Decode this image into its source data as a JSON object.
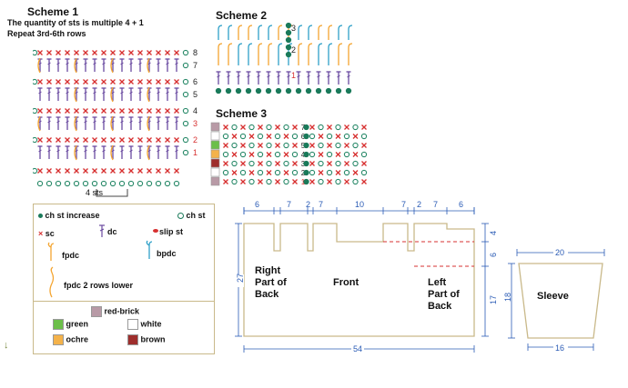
{
  "scheme1": {
    "title": "Scheme 1",
    "note1": "The quantity of sts is multiple 4 + 1",
    "note2": "Repeat 3rd-6th rows",
    "row_numbers": [
      "8",
      "7",
      "6",
      "5",
      "4",
      "3",
      "2",
      "1"
    ],
    "repeat_label": "4 sts"
  },
  "scheme2": {
    "title": "Scheme 2",
    "row_numbers": [
      "3",
      "2",
      "1"
    ]
  },
  "scheme3": {
    "title": "Scheme 3",
    "row_numbers": [
      "7",
      "6",
      "5",
      "4",
      "3",
      "2",
      "1"
    ]
  },
  "legend": {
    "ch_st_increase": "ch st increase",
    "ch_st": "ch st",
    "sc": "sc",
    "dc": "dc",
    "slip_st": "slip st",
    "fpdc": "fpdc",
    "bpdc": "bpdc",
    "fpdc_lower": "fpdc 2 rows lower",
    "colors": [
      {
        "name": "red-brick",
        "hex": "#b89aa6"
      },
      {
        "name": "green",
        "hex": "#6cbf4a"
      },
      {
        "name": "white",
        "hex": "#ffffff"
      },
      {
        "name": "ochre",
        "hex": "#f4b24a"
      },
      {
        "name": "brown",
        "hex": "#9e2e2c"
      }
    ]
  },
  "pattern": {
    "top_dims": [
      "6",
      "7",
      "2",
      "7",
      "10",
      "7",
      "2",
      "7",
      "6"
    ],
    "height_left": "27",
    "height_right_top": "4",
    "height_right_mid": "6",
    "height_right_bottom": "17",
    "bottom_width": "54",
    "right_back": [
      "Right",
      "Part of",
      "Back"
    ],
    "front": "Front",
    "left_back": [
      "Left",
      "Part of",
      "Back"
    ]
  },
  "sleeve": {
    "label": "Sleeve",
    "top": "20",
    "bottom": "16",
    "height": "18"
  }
}
